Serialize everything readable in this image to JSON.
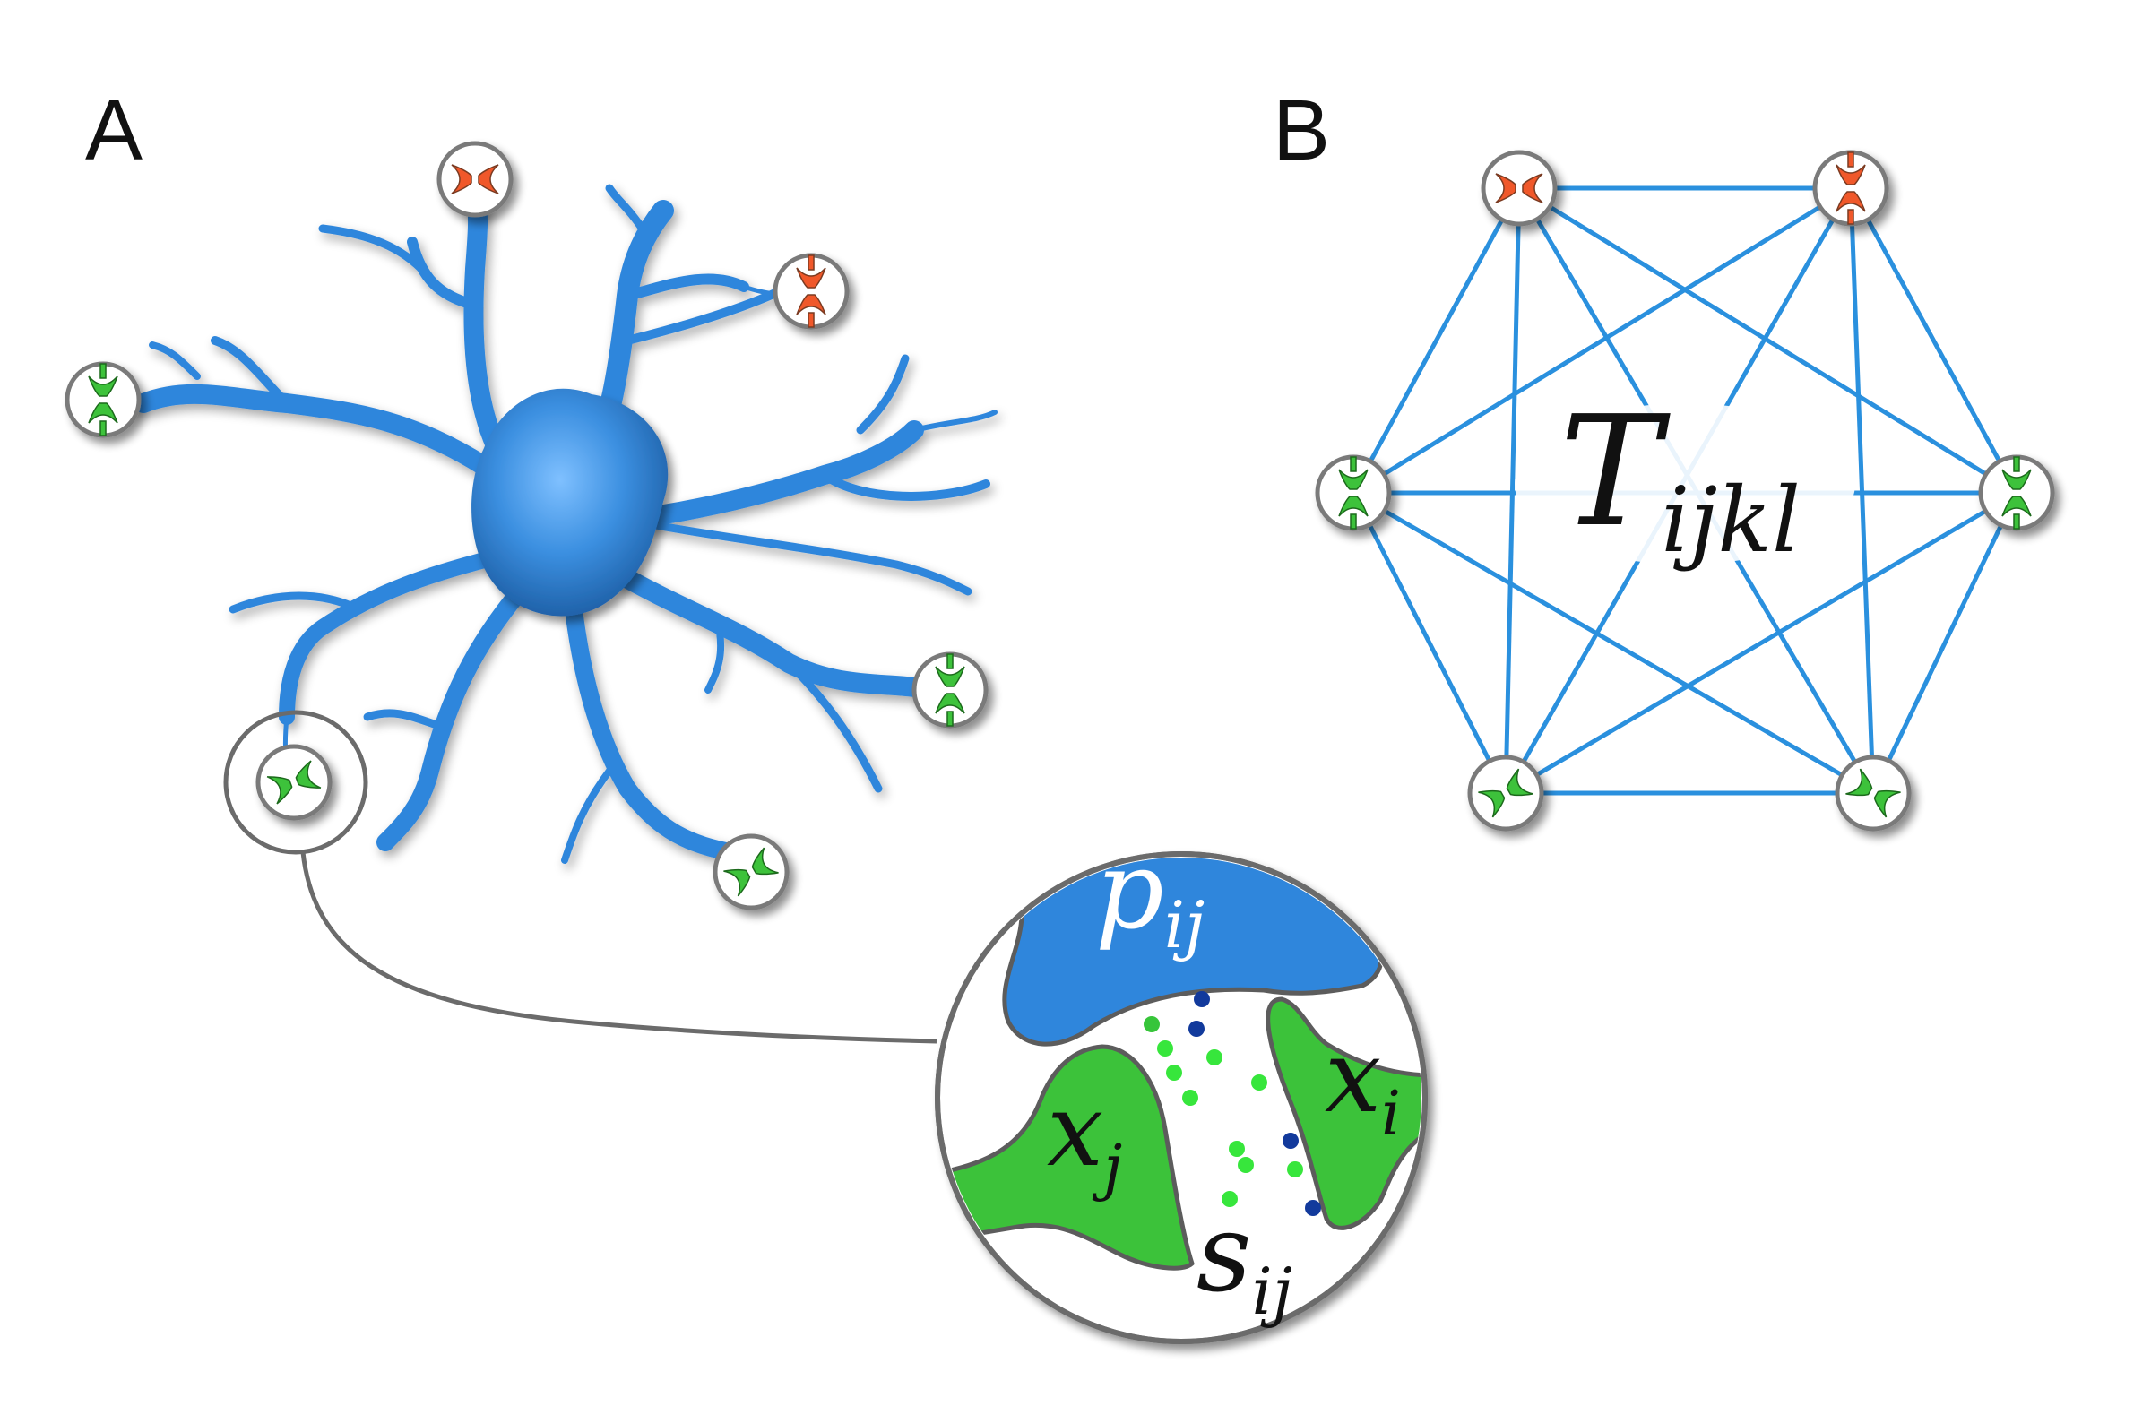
{
  "panels": {
    "a": {
      "label": "A",
      "synapse_labels": {
        "presynaptic": {
          "base": "p",
          "sub": "ij"
        },
        "left": {
          "base": "x",
          "sub": "j"
        },
        "right": {
          "base": "x",
          "sub": "i"
        },
        "cleft": {
          "base": "s",
          "sub": "ij"
        }
      }
    },
    "b": {
      "label": "B",
      "tensor": {
        "base": "T",
        "sub": "ijkl"
      }
    }
  },
  "colors": {
    "neuron": "#2f86dc",
    "neuron_dark": "#1c5fa8",
    "excitatory": "#3cc23a",
    "inhibitory": "#f0582b",
    "network_edge": "#2a90de",
    "transmitter_light": "#37e63c",
    "transmitter_dark": "#123a9c",
    "outline": "#6b6b6b"
  },
  "icons": [
    "neuron-icon",
    "excitatory-synapse-icon",
    "inhibitory-synapse-icon",
    "synapse-zoom-icon"
  ]
}
